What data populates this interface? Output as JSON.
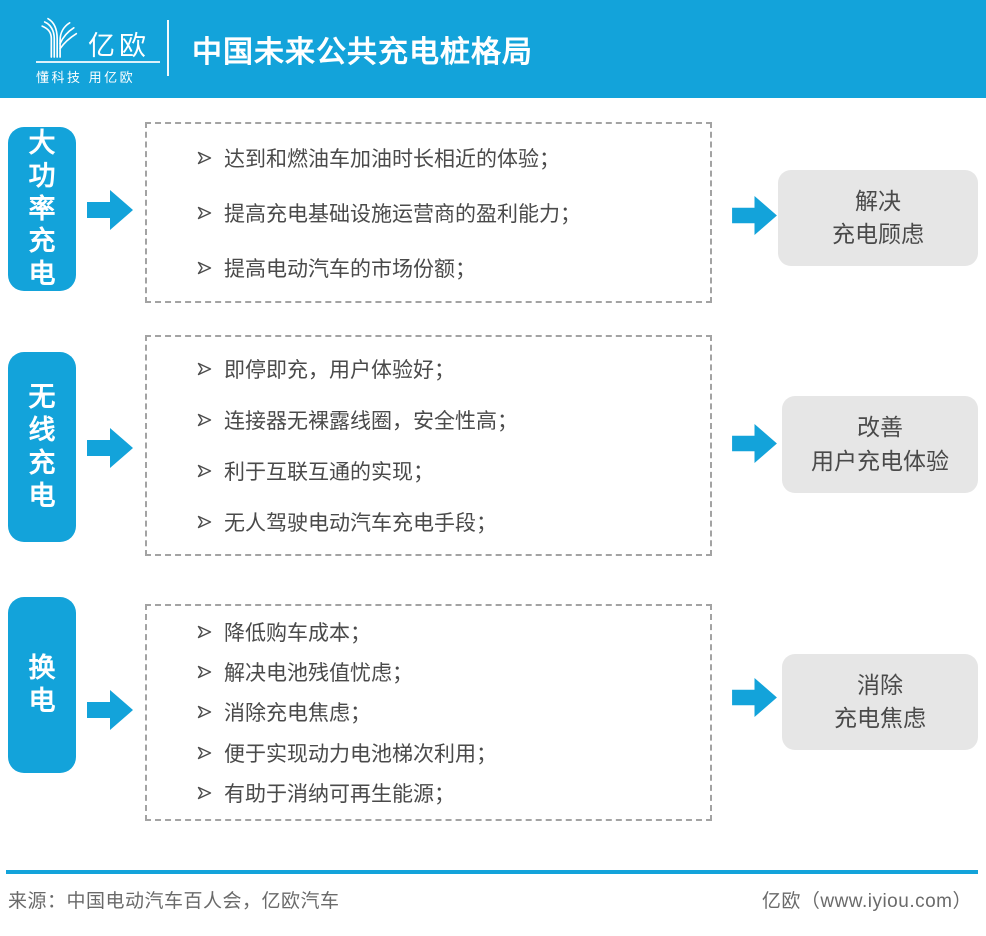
{
  "header": {
    "logo_text": "亿欧",
    "logo_tagline": "懂科技 用亿欧",
    "title": "中国未来公共充电桩格局"
  },
  "colors": {
    "accent_blue": "#13a3da",
    "panel_gray": "#e6e6e6",
    "text_dark": "#4a4a4a",
    "dashed_border": "#a3a3a3"
  },
  "rows": [
    {
      "label": "大\n功\n率\n充\n电",
      "items": [
        "达到和燃油车加油时长相近的体验；",
        "提高充电基础设施运营商的盈利能力；",
        "提高电动汽车的市场份额；"
      ],
      "result": {
        "line1": "解决",
        "line2": "充电顾虑"
      }
    },
    {
      "label": "无\n线\n充\n电",
      "items": [
        "即停即充，用户体验好；",
        "连接器无裸露线圈，安全性高；",
        "利于互联互通的实现；",
        "无人驾驶电动汽车充电手段；"
      ],
      "result": {
        "line1": "改善",
        "line2": "用户充电体验"
      }
    },
    {
      "label": "换\n电",
      "items": [
        "降低购车成本；",
        "解决电池残值忧虑；",
        "消除充电焦虑；",
        "便于实现动力电池梯次利用；",
        "有助于消纳可再生能源；"
      ],
      "result": {
        "line1": "消除",
        "line2": "充电焦虑"
      }
    }
  ],
  "footer": {
    "source": "来源：中国电动汽车百人会，亿欧汽车",
    "brand": "亿欧（www.iyiou.com）"
  }
}
